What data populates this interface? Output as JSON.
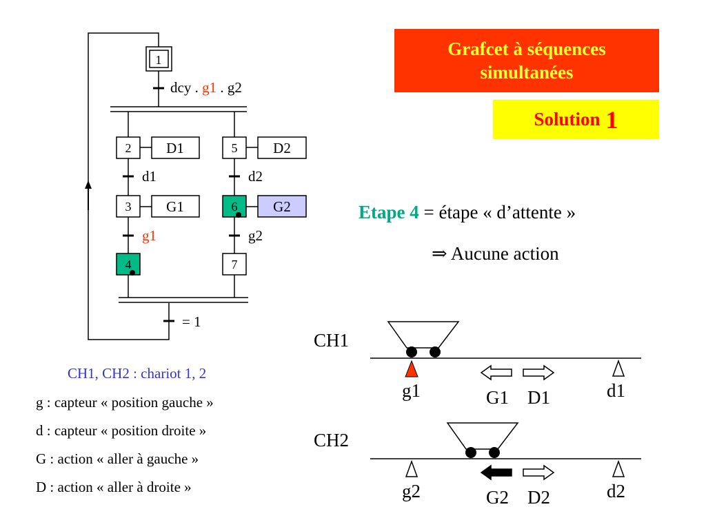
{
  "title": {
    "text": "Grafcet à séquences\nsimultanées",
    "bg_color": "#ff3300",
    "text_color": "#ffff33"
  },
  "solution": {
    "label": "Solution",
    "number": "1",
    "bg_color": "#ffff00",
    "text_color": "#ff0000"
  },
  "grafcet": {
    "initial_step": "1",
    "initial_transition": {
      "pre": "dcy . ",
      "highlight": "g1",
      "post": " . g2"
    },
    "left_branch": {
      "steps": [
        "2",
        "3",
        "4"
      ],
      "actions": [
        "D1",
        "G1"
      ],
      "transitions": [
        "d1",
        "g1"
      ]
    },
    "right_branch": {
      "steps": [
        "5",
        "6",
        "7"
      ],
      "actions": [
        "D2",
        "G2"
      ],
      "transitions": [
        "d2",
        "g2"
      ]
    },
    "final_transition": "= 1",
    "active_color": "#00bb88",
    "active_action_color": "#ccccff",
    "highlight_color": "#ff3300"
  },
  "explanation": {
    "etape": "Etape 4",
    "rest": " = étape « d’attente »",
    "arrow": "⇒",
    "result": " Aucune action"
  },
  "legend": [
    "CH1, CH2 : chariot 1, 2",
    "g : capteur « position gauche »",
    "d : capteur « position droite »",
    "G : action « aller à gauche »",
    "D : action « aller à droite »"
  ],
  "carts": {
    "ch1": {
      "label": "CH1",
      "left_sensor": "g1",
      "right_sensor": "d1",
      "left_action": "G1",
      "right_action": "D1"
    },
    "ch2": {
      "label": "CH2",
      "left_sensor": "g2",
      "right_sensor": "d2",
      "left_action": "G2",
      "right_action": "D2"
    },
    "active_sensor_color": "#ff3300"
  }
}
